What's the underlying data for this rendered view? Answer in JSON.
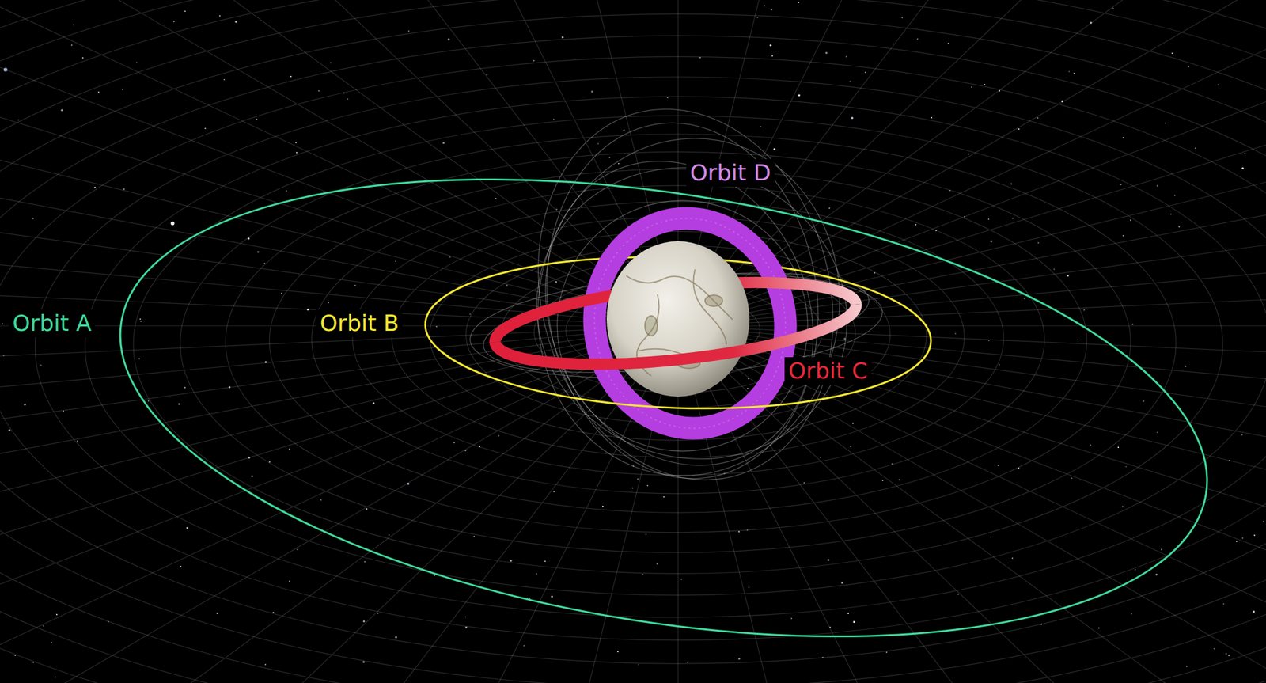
{
  "diagram": {
    "labels": [
      "Orbit D",
      "Orbit A",
      "Orbit B",
      "Orbit C"
    ]
  }
}
